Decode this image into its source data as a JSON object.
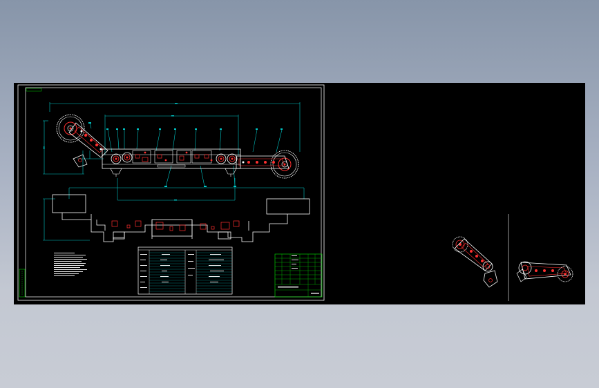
{
  "app": {
    "viewport_background": "#8e9aad"
  },
  "drawing": {
    "background_color": "#000000",
    "frame_color": "#ffffff",
    "dimension_color": "#00c8c8",
    "part_color": "#ff3030",
    "detail_color": "#ffffff",
    "title_block_color": "#00d000",
    "title_text": "",
    "notes_title": "",
    "table_title": "",
    "views": [
      {
        "name": "main-assembly-view"
      },
      {
        "name": "top-section-view"
      },
      {
        "name": "technical-requirements-notes"
      },
      {
        "name": "parameter-table"
      },
      {
        "name": "title-block"
      },
      {
        "name": "detail-view-link-left"
      },
      {
        "name": "detail-view-link-right"
      }
    ]
  }
}
